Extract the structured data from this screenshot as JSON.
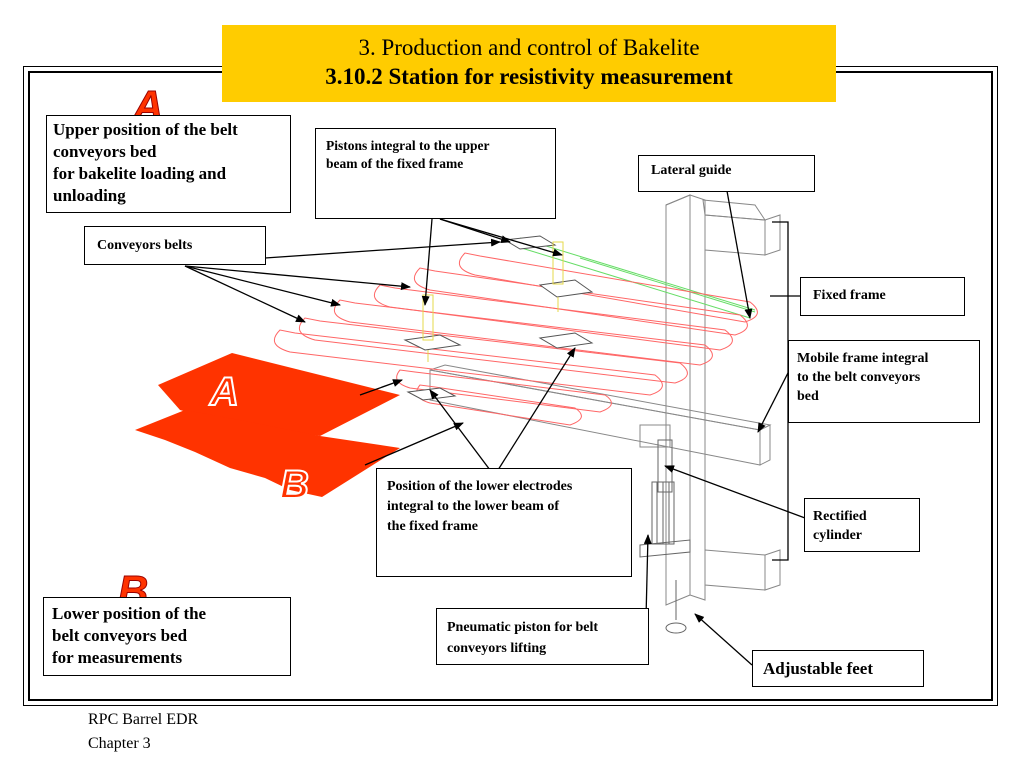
{
  "title": {
    "line1": "3. Production and control of  Bakelite",
    "line2": "3.10.2 Station for resistivity measurement"
  },
  "labels": {
    "upper_position": [
      "Upper position of the belt",
      "conveyors bed",
      "for bakelite  loading and",
      "unloading"
    ],
    "pistons_upper": [
      "Pistons integral to the upper",
      "beam of the fixed frame"
    ],
    "lateral_guide": "Lateral guide",
    "conveyors_belts": "Conveyors belts",
    "fixed_frame": "Fixed frame",
    "mobile_frame": [
      "Mobile frame integral",
      "to the belt conveyors",
      "bed"
    ],
    "lower_electrodes": [
      "Position of the lower electrodes",
      "integral to the lower beam of",
      "the fixed frame"
    ],
    "rectified_cylinder": [
      "Rectified",
      "cylinder"
    ],
    "lower_position": [
      "Lower position of the",
      "belt conveyors bed",
      "for measurements"
    ],
    "pneumatic_piston": [
      "Pneumatic piston for belt",
      "conveyors lifting"
    ],
    "adjustable_feet": "Adjustable feet"
  },
  "markers": {
    "a": "A",
    "b": "B"
  },
  "footer": [
    "RPC Barrel EDR",
    "Chapter 3"
  ],
  "colors": {
    "title_bg": "#ffcc00",
    "sheet": "#ff3300",
    "belt": "#ff6666",
    "marker": "#ff3300",
    "guide": "#66dd66",
    "piston": "#ffee55"
  }
}
